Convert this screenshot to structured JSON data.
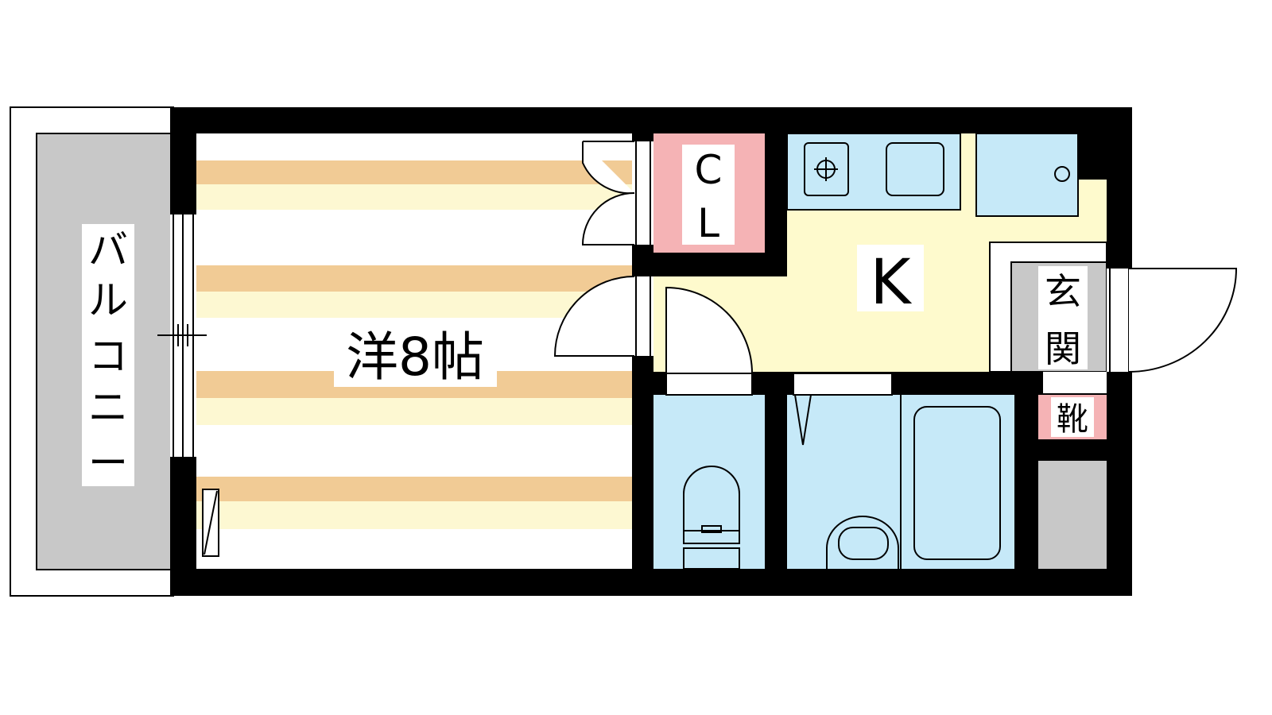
{
  "plan": {
    "rooms": {
      "balcony": {
        "label": [
          "バ",
          "ル",
          "コ",
          "ニ",
          "ー"
        ]
      },
      "western_room": {
        "label": "洋8帖"
      },
      "closet": {
        "label": [
          "C",
          "L"
        ]
      },
      "kitchen": {
        "label": "K"
      },
      "entrance": {
        "label": [
          "玄",
          "関"
        ]
      },
      "shoe_box": {
        "label": "靴"
      }
    },
    "colors": {
      "wall": "#000000",
      "floor_stripe": "#f1cb95",
      "floor_stripe_light": "#fdf8d2",
      "kitchen_floor": "#fefacd",
      "wet_area": "#c6e9f8",
      "closet": "#f5b3b5",
      "balcony": "#c8c8c8",
      "storage": "#c8c8c8"
    }
  }
}
